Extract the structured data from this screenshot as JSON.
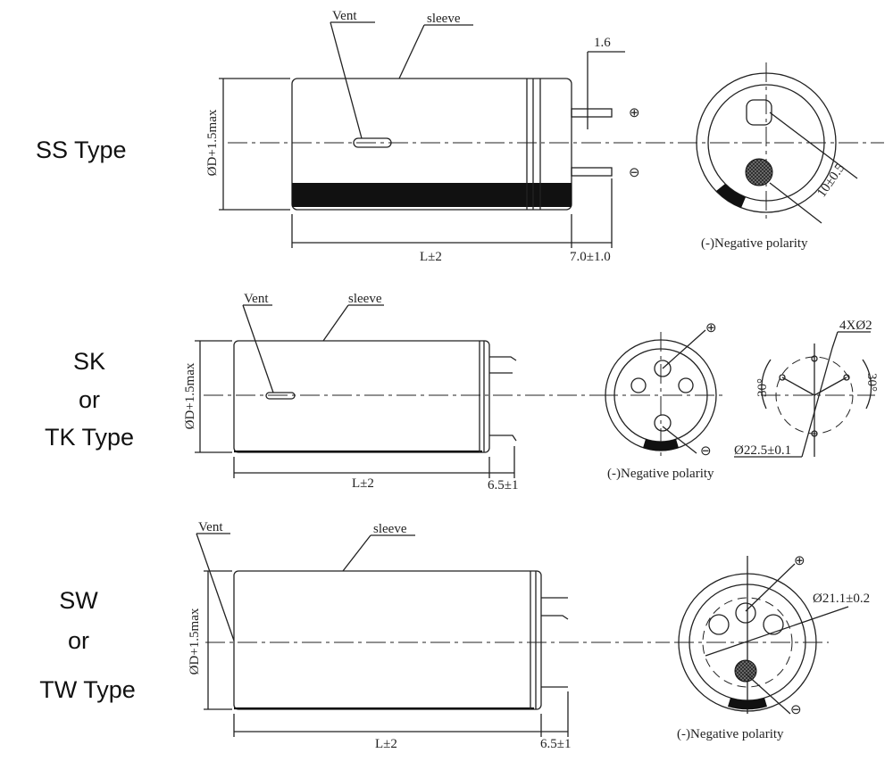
{
  "sections": [
    {
      "type_label": [
        "SS Type"
      ],
      "vent": "Vent",
      "sleeve": "sleeve",
      "diameter": "ØD+1.5max",
      "length": "L±2",
      "pin_width": "1.6",
      "pin_length": "7.0±1.0",
      "pitch": "10±0.5",
      "polarity": "(-)Negative polarity",
      "plus": "⊕",
      "minus": "⊖"
    },
    {
      "type_label": [
        "SK",
        "or",
        "TK Type"
      ],
      "vent": "Vent",
      "sleeve": "sleeve",
      "diameter": "ØD+1.5max",
      "length": "L±2",
      "pin_length": "6.5±1",
      "polarity": "(-)Negative polarity",
      "plus": "⊕",
      "minus": "⊖",
      "holes": "4XØ2",
      "pcd": "Ø22.5±0.1",
      "angle_left": "30°",
      "angle_right": "30°"
    },
    {
      "type_label": [
        "SW",
        "or",
        "TW Type"
      ],
      "vent": "Vent",
      "sleeve": "sleeve",
      "diameter": "ØD+1.5max",
      "length": "L±2",
      "pin_length": "6.5±1",
      "polarity": "(-)Negative polarity",
      "plus": "⊕",
      "minus": "⊖",
      "pcd": "Ø21.1±0.2"
    }
  ]
}
